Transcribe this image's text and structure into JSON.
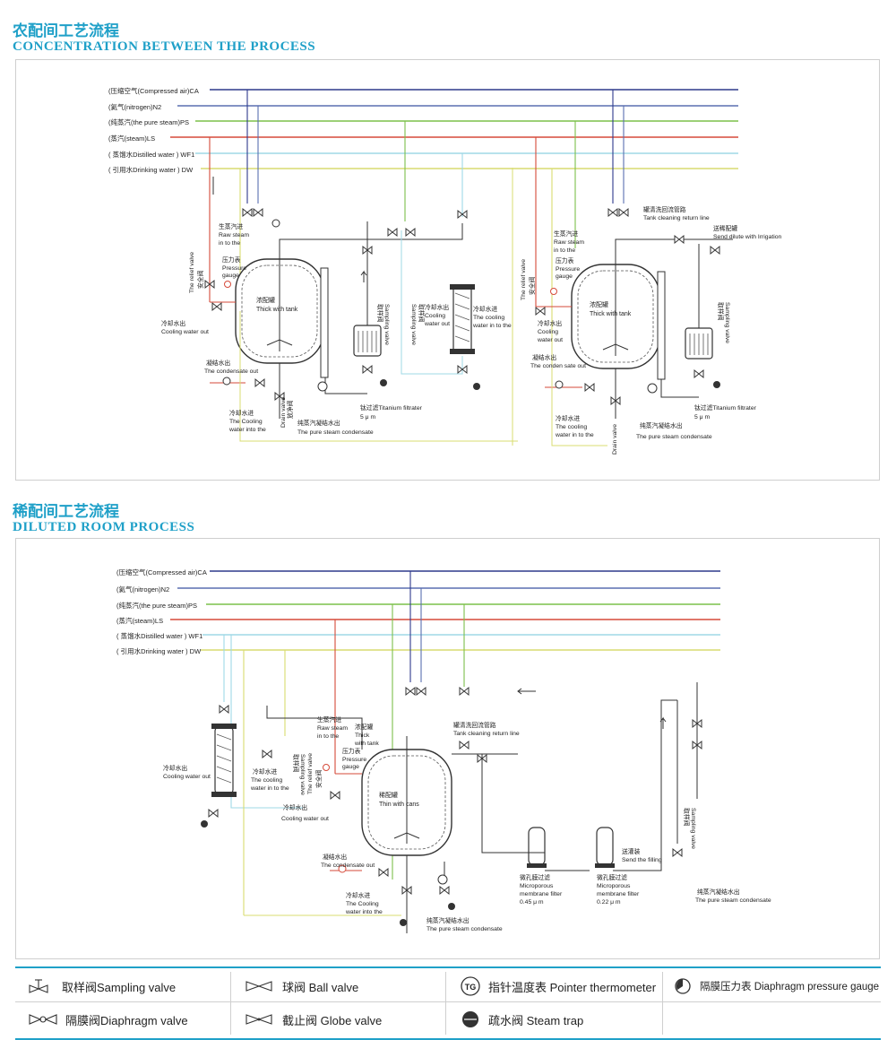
{
  "sections": {
    "concentration": {
      "title_cn": "农配间工艺流程",
      "title_en": "CONCENTRATION BETWEEN THE PROCESS"
    },
    "diluted": {
      "title_cn": "稀配间工艺流程",
      "title_en": "DILUTED ROOM PROCESS"
    }
  },
  "pipelines": {
    "ca": "(压缩空气(Compressed air)CA",
    "n2": "(氦气(nitrogen)N2",
    "ps": "(纯蒸汽(the pure steam)PS",
    "ls": "(蒸汽(steam)LS",
    "wf1": "( 蒸馏水Distilled water ) WF1",
    "dw": "( 引用水Drinking water ) DW"
  },
  "colors": {
    "ca": "#2e3a8c",
    "n2": "#5a6fb0",
    "ps": "#7cc04a",
    "ls": "#d64a3a",
    "wf1": "#9fd8e6",
    "dw": "#d8dc70",
    "accent": "#1fa0c8"
  },
  "top": {
    "raw_steam": [
      "生蒸汽进",
      "Raw steam",
      "in to the"
    ],
    "raw_steam_right": [
      "生蒸汽进",
      "Raw steam",
      "in to the"
    ],
    "pressure": [
      "压力表",
      "Pressure",
      "gauge"
    ],
    "pressure_right": [
      "压力表",
      "Pressure",
      "gauge"
    ],
    "relief": "The relief valve",
    "relief_cn": "安全阀",
    "relief_right": "The relief valve",
    "relief_cn_right": "安全阀",
    "tank_left": [
      "浓配罐",
      "Thick with tank"
    ],
    "tank_right": [
      "浓配罐",
      "Thick with tank"
    ],
    "cooling_out_left": [
      "冷却水出",
      "Cooling water out"
    ],
    "cooling_out_right": [
      "冷却水出",
      "Cooling",
      "water out"
    ],
    "cooling_out_mid": [
      "冷却水出",
      "Cooling",
      "water  out"
    ],
    "cooling_in_mid": [
      "冷却水进",
      "The cooling",
      "water in to the"
    ],
    "condensate_left": [
      "凝结水出",
      "The condensate out"
    ],
    "condensate_right": [
      "凝结水出",
      "The conden sate out"
    ],
    "cooling_in_left": [
      "冷却水进",
      "The Cooling",
      "water into the"
    ],
    "cooling_in_right": [
      "冷却水进",
      "The cooling",
      "water in to the"
    ],
    "drain": "Drain valve",
    "drain_cn": "放净阀",
    "drain_right": "Drain valve",
    "titanium_left": [
      "钛过滤Titanium filtrater",
      "5 μ m"
    ],
    "titanium_right": [
      "钛过滤Titanium filtrater",
      "5 μ m"
    ],
    "pure_condensate_left": [
      "纯蒸汽凝结水出",
      "The pure steam condensate"
    ],
    "pure_condensate_right": [
      "纯蒸汽凝结水出",
      "The pure steam condensate"
    ],
    "sampling_mid": "Sampling valve",
    "sampling_mid_cn": "取样阀",
    "sampling_left": "Sampling valve",
    "sampling_left_cn": "取样阀",
    "sampling_right": "Sampling valve",
    "sampling_right_cn": "取样阀",
    "tank_cleaning": [
      "罐清洗回流管路",
      "Tank cleaning return line"
    ],
    "send_dilute": [
      "送稀配罐",
      "Send dilute with Irrigation"
    ]
  },
  "bottom": {
    "cooling_out_left": [
      "冷却水出",
      "Cooling water out"
    ],
    "cooling_in_left": [
      "冷却水进",
      "The cooling",
      "water in to the"
    ],
    "sampling_left": "Sampling valve",
    "sampling_left_cn": "取样阀",
    "relief": "The relief valve",
    "relief_cn": "安全阀",
    "cooling_out_mid": [
      "冷却水出",
      "Cooling water out"
    ],
    "raw_steam": [
      "生蒸汽进",
      "Raw steam",
      "in to the"
    ],
    "thick_tank": [
      "浓配罐",
      "Thick",
      "with tank"
    ],
    "pressure": [
      "压力表",
      "Pressure",
      "gauge"
    ],
    "tank": [
      "稀配罐",
      "Thin with cans"
    ],
    "tank_cleaning": [
      "罐清洗回流管路",
      "Tank cleaning return line"
    ],
    "condensate": [
      "凝结水出",
      "The condensate out"
    ],
    "cooling_in": [
      "冷却水进",
      "The Cooling",
      "water into the"
    ],
    "pure_condensate": [
      "纯蒸汽凝结水出",
      "The pure steam condensate"
    ],
    "filter1": [
      "微孔膜过滤",
      "Microporous",
      "membrane filter",
      "0.45 μ m"
    ],
    "filter2": [
      "微孔膜过滤",
      "Microporous",
      "membrane filter",
      "0.22 μ m"
    ],
    "send_filling": [
      "送灌装",
      "Send the filling"
    ],
    "sampling_right": "Sampling valve",
    "sampling_right_cn": "取样阀",
    "pure_condensate_right": [
      "纯蒸汽凝结水出",
      "The pure steam condensate"
    ]
  },
  "legend": {
    "sampling": "取样阀Sampling valve",
    "ball": "球阀 Ball valve",
    "thermometer_badge": "TG",
    "thermometer": "指针温度表 Pointer thermometer",
    "gauge": "隔膜压力表 Diaphragm pressure gauge",
    "diaphragm": "隔膜阀Diaphragm valve",
    "globe": "截止阀 Globe valve",
    "trap": "疏水阀 Steam trap"
  },
  "icons": [
    "sampling-valve-icon",
    "ball-valve-icon",
    "pointer-thermometer-icon",
    "diaphragm-gauge-icon",
    "diaphragm-valve-icon",
    "globe-valve-icon",
    "steam-trap-icon"
  ]
}
